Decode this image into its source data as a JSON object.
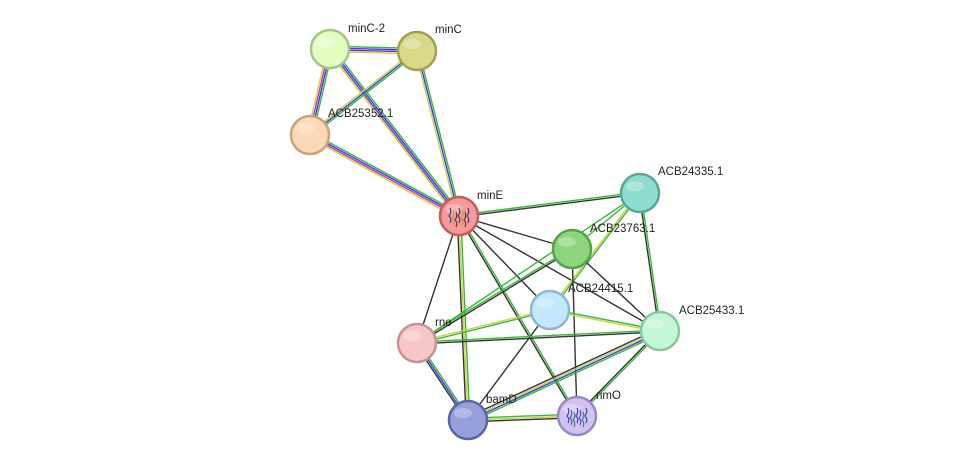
{
  "network": {
    "nodes": [
      {
        "id": "minC-2",
        "label": "minC-2",
        "fill": "#e3fcc1",
        "stroke": "#a7c48a"
      },
      {
        "id": "minC",
        "label": "minC",
        "fill": "#d9d98a",
        "stroke": "#a2a250"
      },
      {
        "id": "ACB25352.1",
        "label": "ACB25352.1",
        "fill": "#fcd9b6",
        "stroke": "#c9a27e"
      },
      {
        "id": "minE",
        "label": "minE",
        "fill": "#f49a9a",
        "stroke": "#c65c5c",
        "query": true
      },
      {
        "id": "ACB24335.1",
        "label": "ACB24335.1",
        "fill": "#8fdcd0",
        "stroke": "#5aa69a"
      },
      {
        "id": "ACB23763.1",
        "label": "ACB23763.1",
        "fill": "#8cd47e",
        "stroke": "#5aa050"
      },
      {
        "id": "ACB24415.1",
        "label": "ACB24415.1",
        "fill": "#c4e8fb",
        "stroke": "#8db7d0"
      },
      {
        "id": "ACB25433.1",
        "label": "ACB25433.1",
        "fill": "#c3f8d6",
        "stroke": "#87c8a0"
      },
      {
        "id": "rne",
        "label": "rne",
        "fill": "#f7c6c6",
        "stroke": "#c79393"
      },
      {
        "id": "bamD",
        "label": "bamD",
        "fill": "#98a0dc",
        "stroke": "#5c64a8"
      },
      {
        "id": "rimO",
        "label": "rimO",
        "fill": "#d2c2ef",
        "stroke": "#9a88c2"
      }
    ],
    "edges": [
      {
        "source": "minC-2",
        "target": "minC",
        "colors": [
          "#3ab83a",
          "#3a3ae8",
          "#7a3a9a",
          "#d0d04a"
        ]
      },
      {
        "source": "minC-2",
        "target": "ACB25352.1",
        "colors": [
          "#3ab83a",
          "#3a3ae8",
          "#c03a9a",
          "#d0d04a"
        ]
      },
      {
        "source": "minC-2",
        "target": "minE",
        "colors": [
          "#3ab83a",
          "#3a3ae8",
          "#7a3a9a",
          "#d0d04a"
        ]
      },
      {
        "source": "minC",
        "target": "ACB25352.1",
        "colors": [
          "#3ab83a",
          "#3a3ae8",
          "#d0d04a"
        ]
      },
      {
        "source": "minC",
        "target": "minE",
        "colors": [
          "#3ab83a",
          "#3a3ae8",
          "#d0d04a"
        ]
      },
      {
        "source": "ACB25352.1",
        "target": "minE",
        "colors": [
          "#3ab83a",
          "#3a3ae8",
          "#c03a9a",
          "#d0d04a"
        ]
      },
      {
        "source": "minE",
        "target": "ACB24335.1",
        "colors": [
          "#3ab83a",
          "#333333"
        ]
      },
      {
        "source": "minE",
        "target": "ACB23763.1",
        "colors": [
          "#333333"
        ]
      },
      {
        "source": "minE",
        "target": "ACB24415.1",
        "colors": [
          "#333333"
        ]
      },
      {
        "source": "minE",
        "target": "ACB25433.1",
        "colors": [
          "#333333"
        ]
      },
      {
        "source": "minE",
        "target": "rne",
        "colors": [
          "#333333"
        ]
      },
      {
        "source": "minE",
        "target": "bamD",
        "colors": [
          "#3ab83a",
          "#d0d04a",
          "#333333"
        ]
      },
      {
        "source": "minE",
        "target": "rimO",
        "colors": [
          "#3ab83a",
          "#333333"
        ]
      },
      {
        "source": "ACB24335.1",
        "target": "ACB23763.1",
        "colors": [
          "#3ab83a"
        ]
      },
      {
        "source": "ACB24335.1",
        "target": "ACB24415.1",
        "colors": [
          "#3ab83a",
          "#d0d04a"
        ]
      },
      {
        "source": "ACB24335.1",
        "target": "ACB25433.1",
        "colors": [
          "#3ab83a",
          "#333333"
        ]
      },
      {
        "source": "ACB24335.1",
        "target": "rne",
        "colors": [
          "#3ab83a"
        ]
      },
      {
        "source": "ACB23763.1",
        "target": "ACB25433.1",
        "colors": [
          "#333333"
        ]
      },
      {
        "source": "ACB23763.1",
        "target": "rne",
        "colors": [
          "#333333",
          "#3ab83a"
        ]
      },
      {
        "source": "ACB23763.1",
        "target": "rimO",
        "colors": [
          "#333333"
        ]
      },
      {
        "source": "ACB24415.1",
        "target": "ACB25433.1",
        "colors": [
          "#3ab83a",
          "#d0d04a"
        ]
      },
      {
        "source": "ACB24415.1",
        "target": "rne",
        "colors": [
          "#3ab83a",
          "#d0d04a"
        ]
      },
      {
        "source": "ACB24415.1",
        "target": "bamD",
        "colors": [
          "#333333"
        ]
      },
      {
        "source": "rne",
        "target": "ACB25433.1",
        "colors": [
          "#3ab83a",
          "#333333"
        ]
      },
      {
        "source": "rne",
        "target": "bamD",
        "colors": [
          "#3ab83a",
          "#3a3ae8",
          "#333333"
        ]
      },
      {
        "source": "ACB25433.1",
        "target": "bamD",
        "colors": [
          "#3ab83a",
          "#3a3ae8",
          "#d0d04a",
          "#333333"
        ]
      },
      {
        "source": "ACB25433.1",
        "target": "rimO",
        "colors": [
          "#3ab83a",
          "#333333"
        ]
      },
      {
        "source": "bamD",
        "target": "rimO",
        "colors": [
          "#3ab83a",
          "#d0d04a",
          "#333333"
        ]
      }
    ]
  }
}
